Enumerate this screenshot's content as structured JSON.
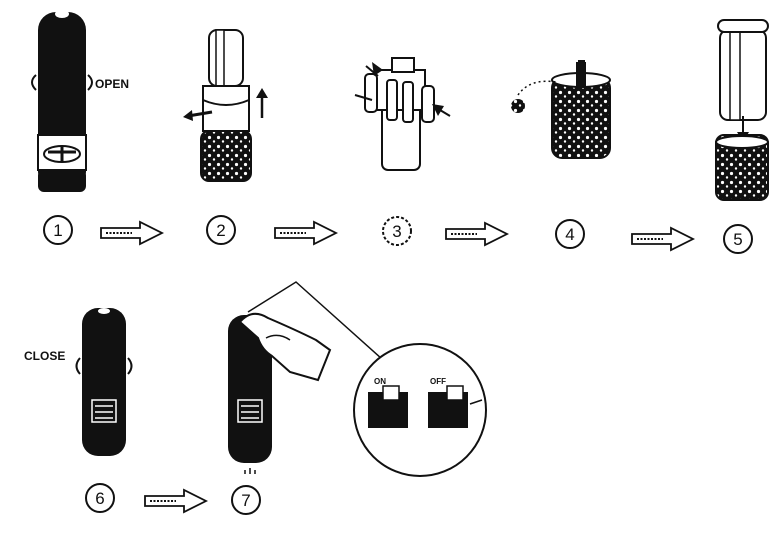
{
  "labels": {
    "open": "OPEN",
    "close": "CLOSE",
    "on": "ON",
    "off": "OFF"
  },
  "steps": [
    "1",
    "2",
    "3",
    "4",
    "5",
    "6",
    "7"
  ],
  "colors": {
    "ink": "#111111",
    "paper": "#ffffff",
    "gray": "#9a9a9a"
  }
}
